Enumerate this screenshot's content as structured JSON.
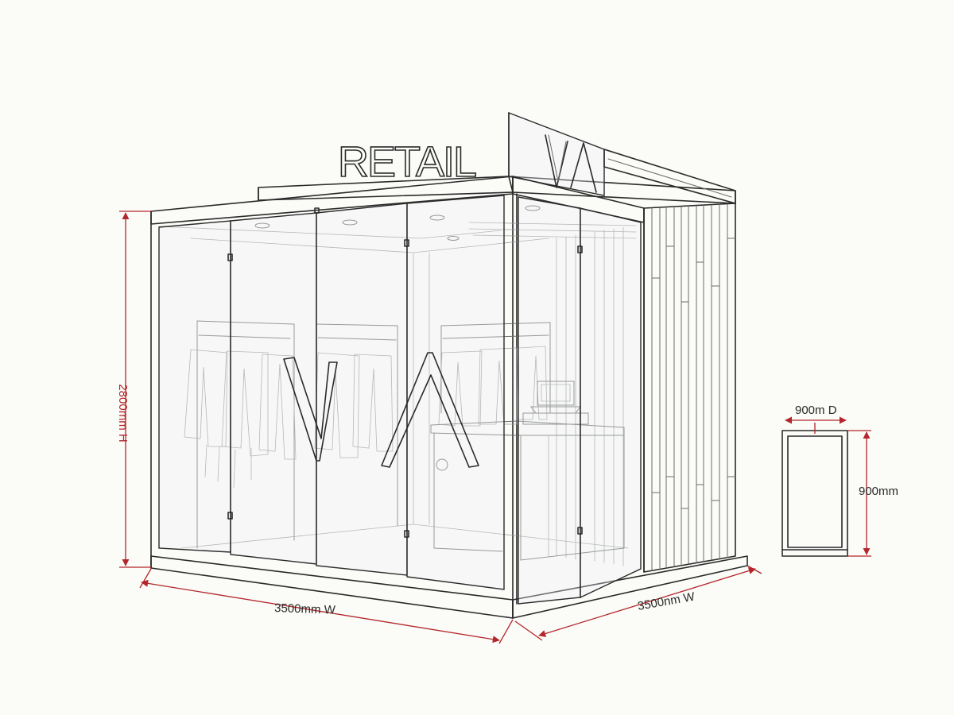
{
  "sign": {
    "text": "RETAIL",
    "logo_mark": "VA"
  },
  "dimensions": {
    "height": "2800mm H",
    "width_front": "3500mm W",
    "width_side": "3500nm W",
    "module_depth": "900m D",
    "module_height": "900mm"
  },
  "colors": {
    "line": "#2a2a2a",
    "dimension": "#b3262b",
    "paper": "#fbfbf8"
  },
  "icons": [
    "clothing-rack-icon",
    "pos-terminal-icon",
    "logo-va-icon"
  ]
}
